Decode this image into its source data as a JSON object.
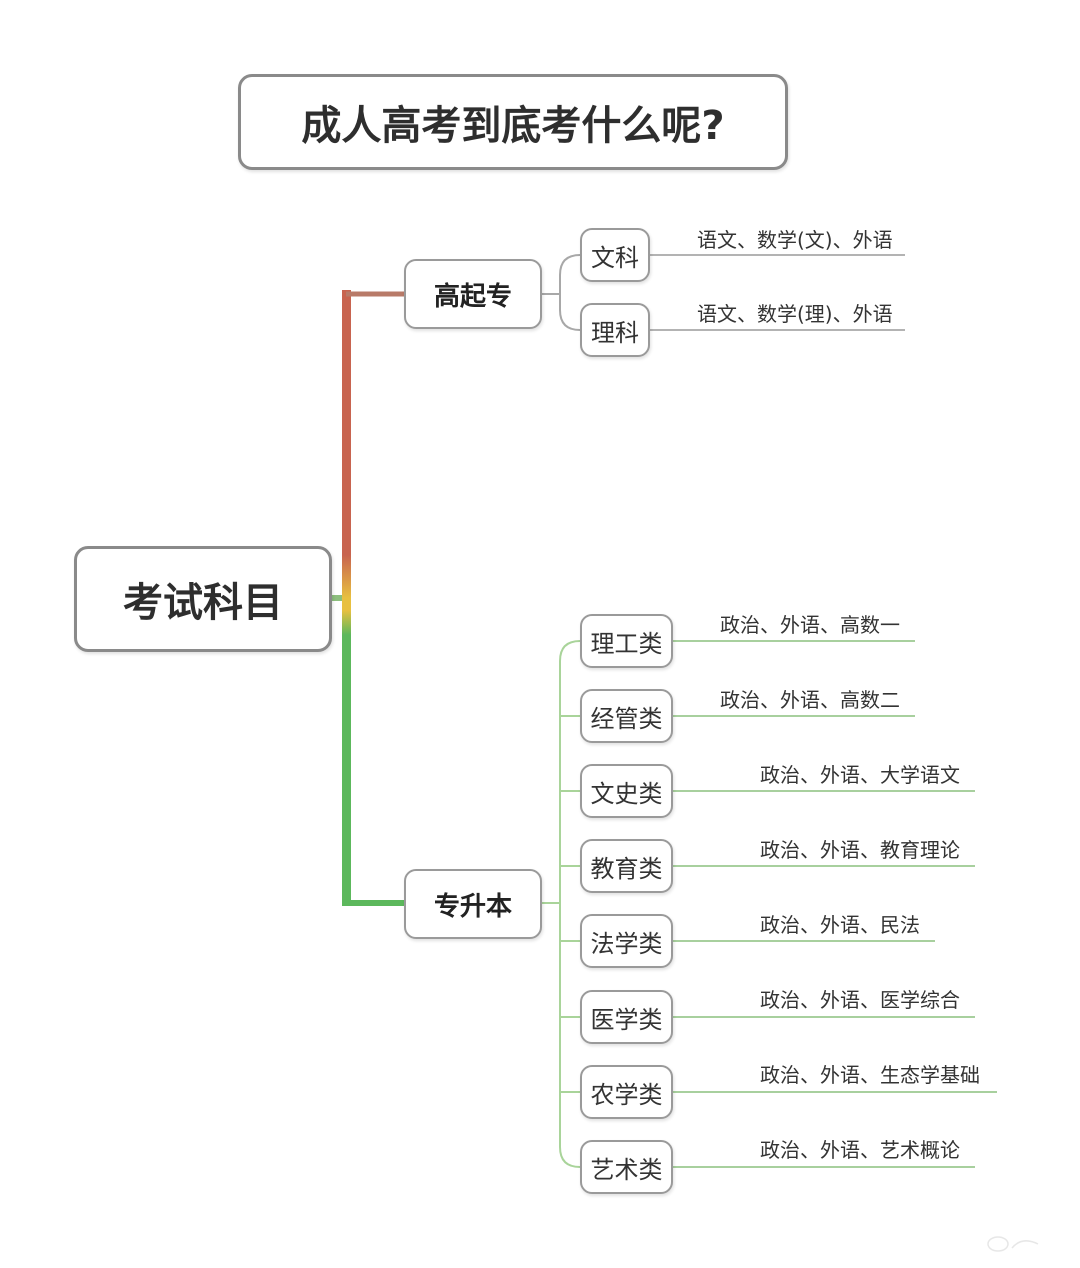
{
  "title": "成人高考到底考什么呢?",
  "root": "考试科目",
  "colors": {
    "branch_top": "#c8644f",
    "branch_mid": "#e8c040",
    "branch_bottom": "#5cb85c",
    "box_border": "#8a8a8a"
  },
  "branches": [
    {
      "label": "高起专",
      "children": [
        {
          "label": "文科",
          "subjects": "语文、数学(文)、外语"
        },
        {
          "label": "理科",
          "subjects": "语文、数学(理)、外语"
        }
      ]
    },
    {
      "label": "专升本",
      "children": [
        {
          "label": "理工类",
          "subjects": "政治、外语、高数一"
        },
        {
          "label": "经管类",
          "subjects": "政治、外语、高数二"
        },
        {
          "label": "文史类",
          "subjects": "政治、外语、大学语文"
        },
        {
          "label": "教育类",
          "subjects": "政治、外语、教育理论"
        },
        {
          "label": "法学类",
          "subjects": "政治、外语、民法"
        },
        {
          "label": "医学类",
          "subjects": "政治、外语、医学综合"
        },
        {
          "label": "农学类",
          "subjects": "政治、外语、生态学基础"
        },
        {
          "label": "艺术类",
          "subjects": "政治、外语、艺术概论"
        }
      ]
    }
  ]
}
